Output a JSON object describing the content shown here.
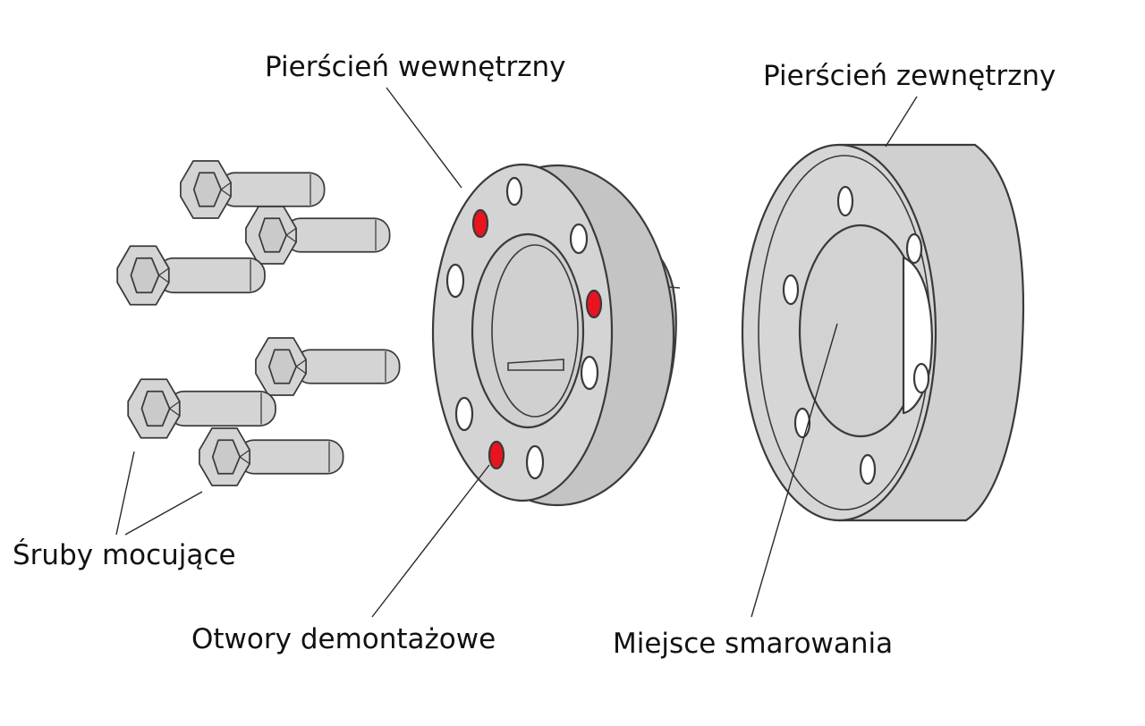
{
  "labels": {
    "inner_ring": "Pierścień wewnętrzny",
    "outer_ring": "Pierścień zewnętrzny",
    "bolts": "Śruby mocujące",
    "removal_holes": "Otwory demontażowe",
    "lubrication_point": "Miejsce smarowania"
  },
  "colors": {
    "part_fill": "#d4d4d4",
    "part_shade": "#c2c2c2",
    "outline": "#3a3a3a",
    "highlight_hole": "#e8141e",
    "background": "#ffffff"
  }
}
